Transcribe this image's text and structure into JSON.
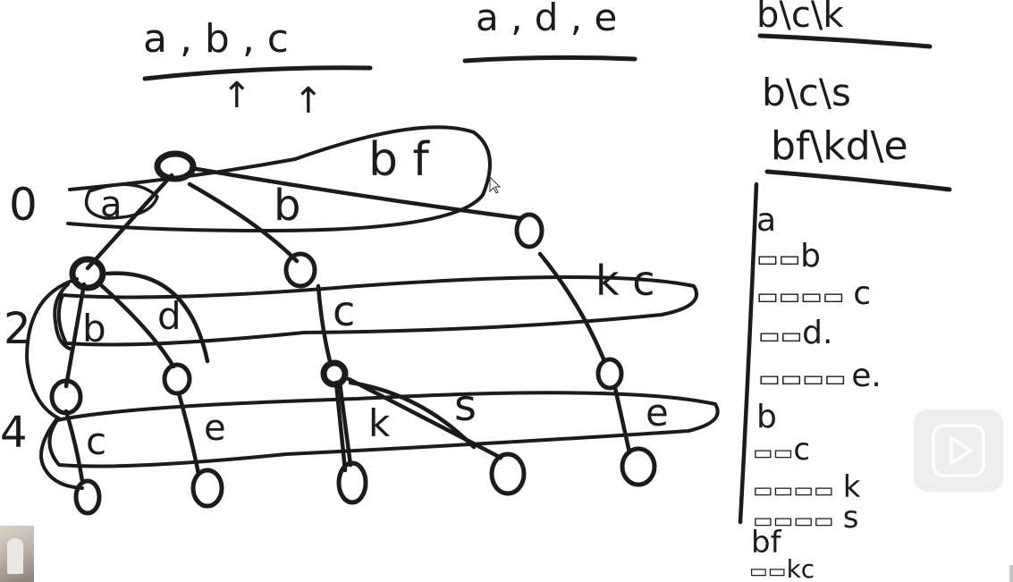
{
  "header": {
    "seq1": "a , b , c",
    "seq2": "a , d , e",
    "arrow1": "↑",
    "arrow2": "↑",
    "path1": "b\\c\\k",
    "path2": "b\\c\\s",
    "path3": "bf\\kd\\e"
  },
  "levels": [
    "0",
    "2",
    "4"
  ],
  "edge_labels": {
    "a": "a",
    "b": "b",
    "bf": "b f",
    "b2": "b",
    "d": "d",
    "c1": "c",
    "kc": "k c",
    "c2": "c",
    "e1": "e",
    "k": "k",
    "s": "s",
    "e2": "e"
  },
  "outline": [
    {
      "indent": "",
      "text": "a"
    },
    {
      "indent": "▭▭",
      "text": "b"
    },
    {
      "indent": "▭▭▭▭",
      "text": "c"
    },
    {
      "indent": "▭▭",
      "text": "d."
    },
    {
      "indent": "▭▭▭▭",
      "text": "e."
    },
    {
      "indent": "",
      "text": "b"
    },
    {
      "indent": "▭▭",
      "text": "c"
    },
    {
      "indent": "▭▭▭▭",
      "text": "k"
    },
    {
      "indent": "▭▭▭▭",
      "text": "s"
    },
    {
      "indent": "",
      "text": "bf"
    },
    {
      "indent": "▭▭",
      "text": "kc"
    }
  ],
  "player": {
    "play_icon": "play-icon",
    "cursor_icon": "cursor-icon"
  },
  "colors": {
    "ink": "#1b1b1b",
    "background": "#ffffff",
    "overlay": "#ebebeb"
  }
}
